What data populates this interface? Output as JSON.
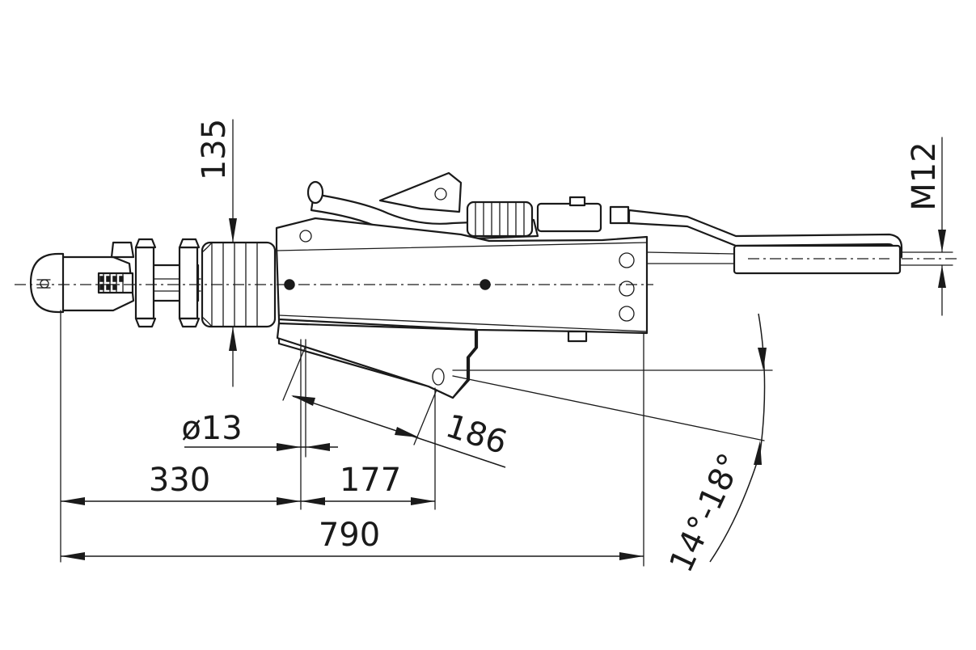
{
  "figure": {
    "dimensions": {
      "overall_length": "790",
      "front_to_bolt": "330",
      "bolt_spacing": "177",
      "diagonal_length": "186",
      "hole_diameter": "ø13",
      "height": "135",
      "thread_size": "M12",
      "angle_range": "14°-18°"
    }
  }
}
